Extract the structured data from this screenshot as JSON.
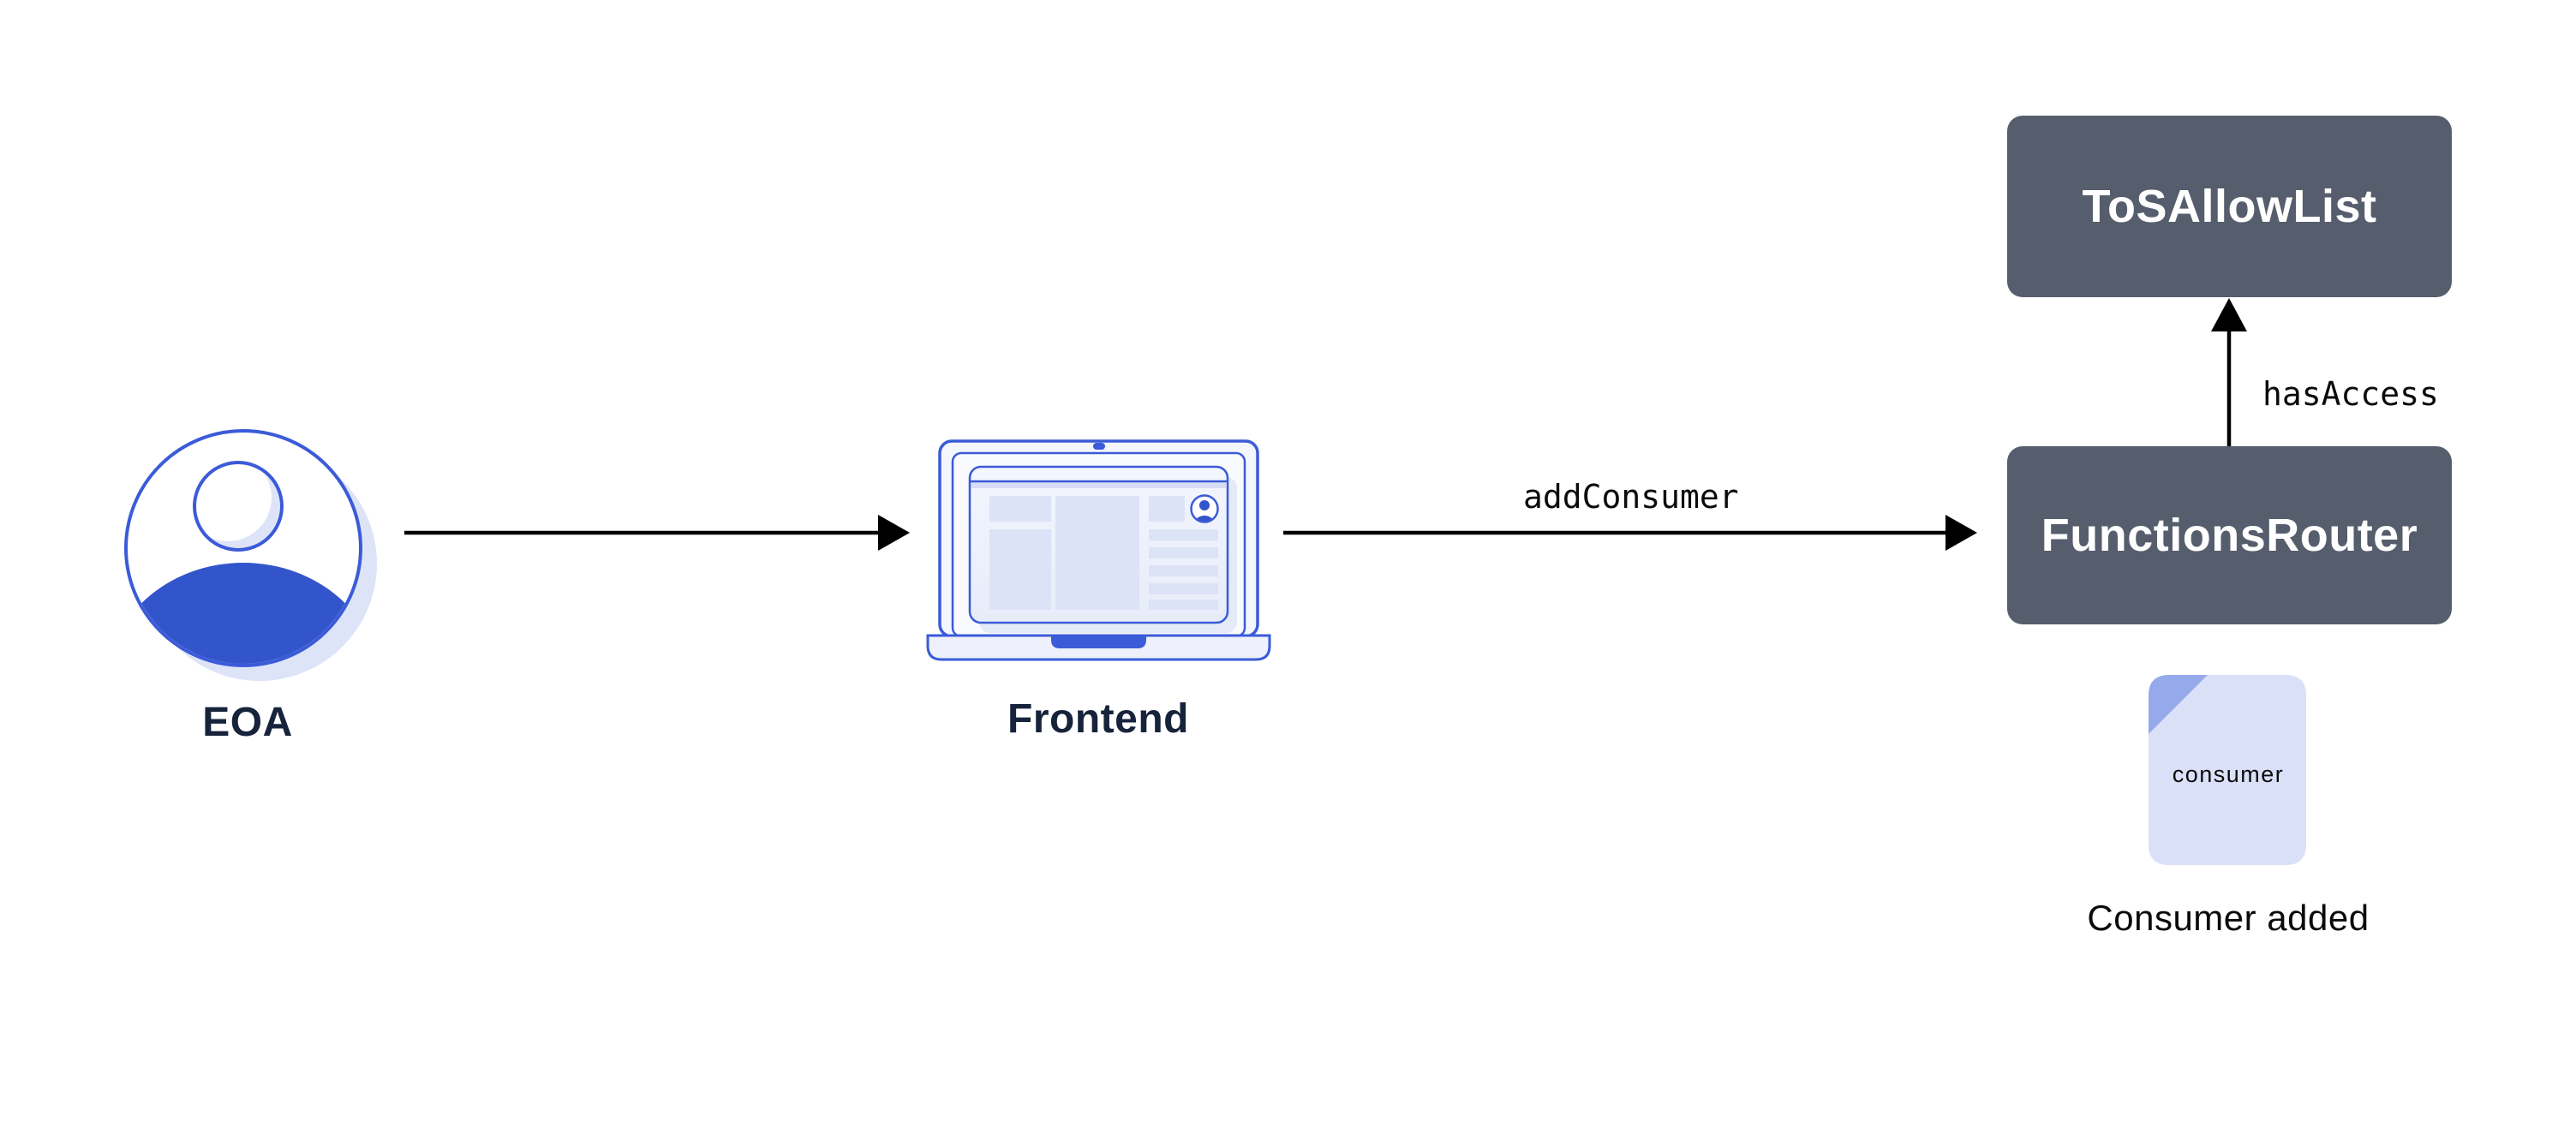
{
  "diagram_title": "",
  "nodes": {
    "eoa": {
      "label": "EOA",
      "type": "actor-icon"
    },
    "frontend": {
      "label": "Frontend",
      "type": "laptop-icon"
    },
    "functions_router": {
      "label": "FunctionsRouter",
      "type": "contract-box"
    },
    "tos_allow_list": {
      "label": "ToSAllowList",
      "type": "contract-box"
    }
  },
  "edges": [
    {
      "from": "eoa",
      "to": "frontend",
      "label": ""
    },
    {
      "from": "frontend",
      "to": "functions_router",
      "label": "addConsumer"
    },
    {
      "from": "functions_router",
      "to": "tos_allow_list",
      "label": "hasAccess"
    }
  ],
  "artifact": {
    "file_label": "consumer",
    "caption": "Consumer added"
  },
  "colors": {
    "background": "#ffffff",
    "primary_blue_stroke": "#3b5bd8",
    "primary_blue_fill": "#3355cb",
    "light_periwinkle": "#dce3f7",
    "pale_fill": "#f4f6fd",
    "shadow_blue": "#dde4f8",
    "file_fill": "#d9e0f8",
    "file_fold": "#96a9ea",
    "contract_box": "#565d6c",
    "contract_text": "#ffffff",
    "label_navy": "#16233b",
    "arrow_black": "#000000"
  }
}
